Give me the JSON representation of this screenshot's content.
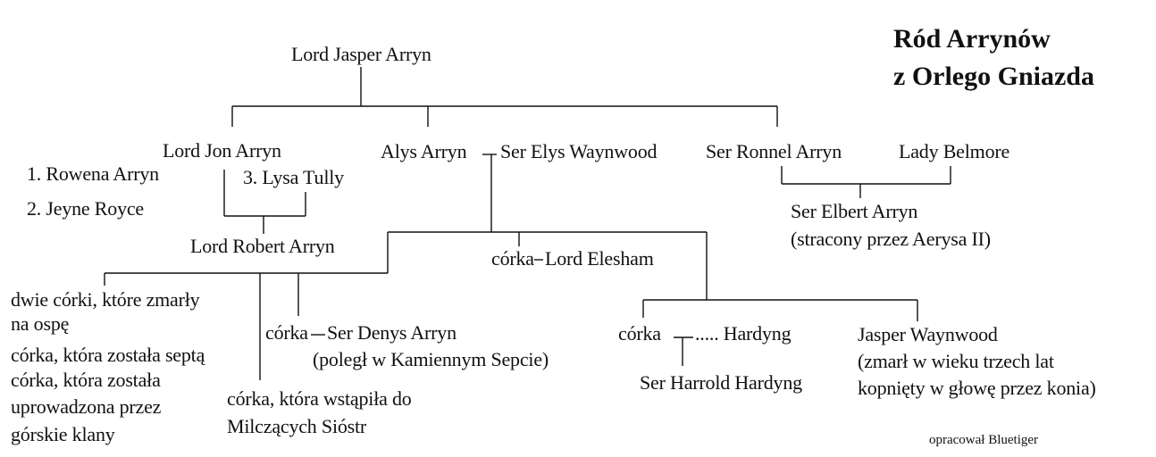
{
  "title": {
    "line1": "Ród Arrynów",
    "line2": "z Orlego Gniazda"
  },
  "credit": "opracował Bluetiger",
  "people": {
    "jasper": "Lord Jasper Arryn",
    "jon": "Lord Jon Arryn",
    "wife1": "1. Rowena Arryn",
    "wife2": "2. Jeyne Royce",
    "wife3": "3. Lysa Tully",
    "robert": "Lord Robert Arryn",
    "alys": "Alys Arryn",
    "elys": "Ser Elys Waynwood",
    "ronnel": "Ser Ronnel Arryn",
    "belmore": "Lady Belmore",
    "elbert": "Ser Elbert Arryn",
    "elbert_note": "(stracony przez Aerysa II)",
    "daughters_pox_1": "dwie córki, które zmarły",
    "daughters_pox_2": "na ospę",
    "daughter_septa": "córka, która została septą",
    "daughter_abducted_1": "córka, która została",
    "daughter_abducted_2": "uprowadzona przez",
    "daughter_abducted_3": "górskie klany",
    "daughter_silent_1": "córka, która wstąpiła do",
    "daughter_silent_2": "Milczących Sióstr",
    "daughter_denys": "córka",
    "denys": "Ser Denys Arryn",
    "denys_note": "(poległ w Kamiennym Sepcie)",
    "daughter_elesham": "córka",
    "elesham": "Lord Elesham",
    "daughter_hardyng": "córka",
    "hardyng": "..... Hardyng",
    "harrold": "Ser Harrold Hardyng",
    "jasper_w": "Jasper Waynwood",
    "jasper_w_note1": "(zmarł w wieku trzech lat",
    "jasper_w_note2": "kopnięty w głowę przez konia)"
  },
  "marriage_dash": "—",
  "marriage_dash_short": "–"
}
